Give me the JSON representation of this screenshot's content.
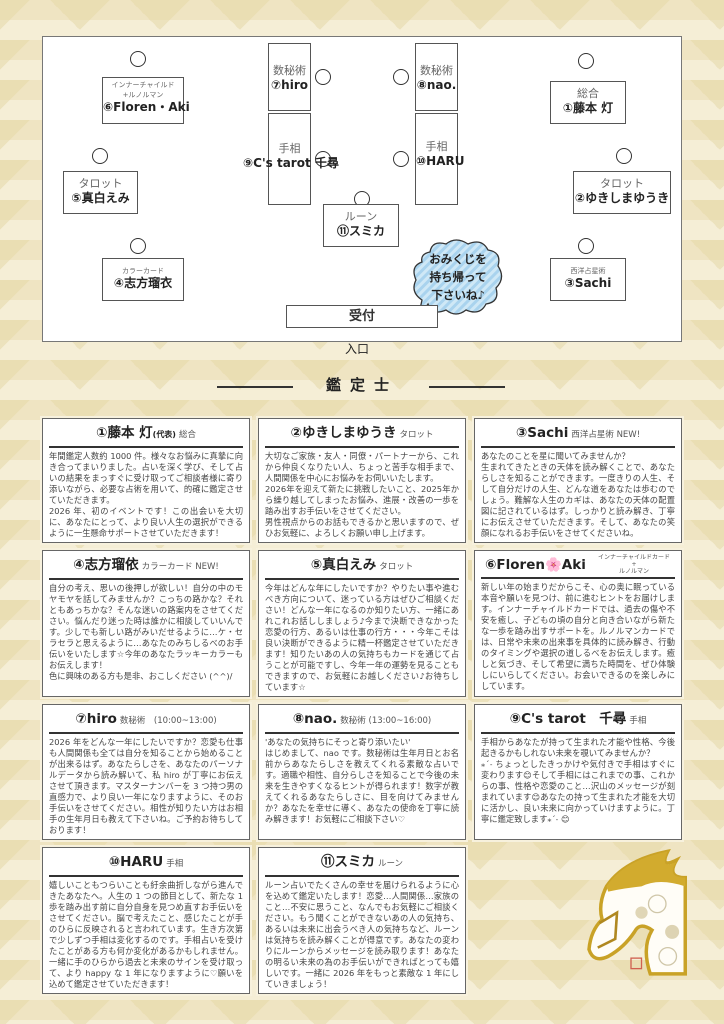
{
  "floor_map": {
    "tables": [
      {
        "id": "t6",
        "category": "インナーチャイルド\n+ルノルマン",
        "name": "⑥Floren・Aki"
      },
      {
        "id": "t7",
        "category": "数秘術",
        "name": "⑦hiro"
      },
      {
        "id": "t8",
        "category": "数秘術",
        "name": "⑧nao."
      },
      {
        "id": "t1",
        "category": "総合",
        "name": "①藤本 灯"
      },
      {
        "id": "t9",
        "category": "手相",
        "name": "⑨C's tarot 千尋"
      },
      {
        "id": "t10",
        "category": "手相",
        "name": "⑩HARU"
      },
      {
        "id": "t5",
        "category": "タロット",
        "name": "⑤真白えみ"
      },
      {
        "id": "t2",
        "category": "タロット",
        "name": "②ゆきしまゆうき"
      },
      {
        "id": "t11",
        "category": "ルーン",
        "name": "⑪スミカ"
      },
      {
        "id": "t4",
        "category": "カラーカード",
        "name": "④志方瑠衣"
      },
      {
        "id": "t3",
        "category": "西洋占星術",
        "name": "③Sachi"
      }
    ],
    "bubble": [
      "おみくじを",
      "持ち帰って",
      "下さいね♪"
    ],
    "reception": "受付",
    "entrance": "入口",
    "bubble_color": "#bfe0f2"
  },
  "section_title": "鑑定士",
  "cards": [
    {
      "title": "①藤本 灯",
      "small": "(代表)",
      "category": "総合",
      "body": "年間鑑定人数約 1000 件。様々なお悩みに真摯に向き合ってまいりました。占いを深く学び、そして占いの結果をまっすぐに受け取ってご相談者様に寄り添いながら、必要な占術を用いて、的確に鑑定させていただきます。\n2026 年、初のイベントです！この出会いを大切に、あなたにとって、より良い人生の選択ができるように一生懸命サポートさせていただきます！"
    },
    {
      "title": "②ゆきしまゆうき",
      "small": "",
      "category": "タロット",
      "body": "大切なご家族・友人・同僚・パートナーから、これから仲良くなりたい人、ちょっと苦手な相手まで、人間関係を中心にお悩みをお伺いいたします。\n2026年を迎えて新たに挑戦したいこと、2025年から繰り越してしまったお悩み、進展・改善の一歩を踏み出すお手伝いをさせてください。\n男性視点からのお話もできるかと思いますので、ぜひお気軽に、よろしくお願い申し上げます。"
    },
    {
      "title": "③Sachi",
      "small": "",
      "category": "西洋占星術 NEW!",
      "body": "あなたのことを星に聞いてみませんか？\n生まれてきたときの天体を読み解くことで、あなたらしさを知ることができます。一度きりの人生、そして自分だけの人生、どんな道をあなたは歩むのでしょう。難解な人生のカギは、あなたの天体の配置図に記されているはず。しっかりと読み解き、丁寧にお伝えさせていただきます。そして、あなたの笑顔になれるお手伝いをさせてくださいね。"
    },
    {
      "title": "④志方瑠依",
      "small": "",
      "category": "カラーカード NEW!",
      "body": "自分の考え、思いの後押しが欲しい！自分の中のモヤモヤを話してみませんか？こっちの路かな？それともあっちかな？そんな迷いの路案内をさせてください。悩んだり迷った時は誰かに相談していいんです。少しでも新しい路がみいだせるように…ケ・セラセラと思えるように…あなたのみちしるべのお手伝いをいたします☆今年のあなたラッキーカラーもお伝えします！\n色に興味のある方も是非、おこしください (^^)/"
    },
    {
      "title": "⑤真白えみ",
      "small": "",
      "category": "タロット",
      "body": "今年はどんな年にしたいですか？やりたい事や進むべき方向について、迷っている方はぜひご相談ください！どんな一年になるのか知りたい方、一緒にあれこれお話ししましょう♪今まで決断できなかった恋愛の行方、あるいは仕事の行方・・・今年こそは良い決断ができるように精一杯鑑定させていただきます！知りたいあの人の気持ちもカードを通じて占うことが可能ですし、今年一年の運勢を見ることもできますので、お気軽にお越しください♪お待ちしています☆"
    },
    {
      "title": "⑥Floren🌸Aki",
      "small": "",
      "category": "インナーチャイルドカード\n+\nルノルマン",
      "body": "新しい年の始まりだからこそ、心の奥に眠っている本音や願いを見つけ、前に進むヒントをお届けします。インナーチャイルドカードでは、過去の傷や不安を癒し、子どもの頃の自分と向き合いながら新たな一歩を踏み出すサポートを。ルノルマンカードでは、日常や未来の出来事を具体的に読み解き、行動のタイミングや選択の道しるべをお伝えします。癒しと気づき、そして希望に満ちた時間を、ぜひ体験しにいらしてください。お会いできるのを楽しみにしています。"
    },
    {
      "title": "⑦hiro",
      "small": "",
      "category": "数秘術　(10:00~13:00)",
      "body": "2026 年をどんな一年にしたいですか？恋愛も仕事も人間関係も全ては自分を知ることから始めることが出来るはず。あなたらしさを、あなたのパーソナルデータから読み解いて、私 hiro が丁寧にお伝えさせて頂きます。マスターナンバーを 3 つ持つ男の直感力で、より良い一年になりますように、そのお手伝いをさせてください。相性が知りたい方はお相手の生年月日も教えて下さいね。ご予約お待ちしております！"
    },
    {
      "title": "⑧nao.",
      "small": "",
      "category": "数秘術 (13:00~16:00)",
      "body": "'あなたの気持ちにそっと寄り添いたい'\nはじめまして、nao です。数秘術は生年月日とお名前からあなたらしさを教えてくれる素敵な占いです。適職や相性、自分らしさを知ることで今後の未来を生きやすくなるヒントが得られます！数字が教えてくれるあなたらしさに、目を向けてみませんか？あなたを幸せに導く、あなたの使命を丁寧に読み解きます！お気軽にご相談下さい♡"
    },
    {
      "title": "⑨C's tarot　千尋",
      "small": "",
      "category": "手相",
      "body": "手相からあなたが持って生まれた才能や性格、今後起きるかもしれない未来を覗いてみませんか？\n⁎ˊ˗ ちょっとしたきっかけや気付きで手相はすぐに変わります😊そして手相にはこれまでの事、これからの事、性格や恋愛のこと…沢山のメッセージが刻まれています😊あなたの持って生まれた才能を大切に活かし、良い未来に向かっていけますように。丁寧に鑑定致します⁎ˊ˗ 😊"
    },
    {
      "title": "⑩HARU",
      "small": "",
      "category": "手相",
      "body": "嬉しいこともつらいことも紆余曲折しながら進んできたあなたへ。人生の 1 つの節目として、新たな 1 歩を踏み出す前に自分自身を見つめ直すお手伝いをさせてください。脳で考えたこと、感じたことが手のひらに反映されると言われています。生き方次第で少しずつ手相は変化するのです。手相占いを受けたことがある方も何か変化があるかもしれません。一緒に手のひらから過去と未来のサインを受け取って、より happy な 1 年になりますように♡願いを込めて鑑定させていただきます！"
    },
    {
      "title": "⑪スミカ",
      "small": "",
      "category": "ルーン",
      "body": "ルーン占いでたくさんの幸せを届けられるように心を込めて鑑定いたします！恋愛…人間関係…家族のこと…不安に思うこと、なんでもお気軽にご相談ください。もう聞くことができないあの人の気持ち、あるいは未来に出会うべき人の気持ちなど、ルーンは気持ちを読み解くことが得意です。あなたの変わりにルーンからメッセージを読み取ります！あなたの明るい未来の為のお手伝いができればとっても嬉しいです。一緒に 2026 年をもっと素敵な 1 年にしていきましょう！"
    }
  ],
  "colors": {
    "background": "#f3ead0",
    "pattern": "#e6d8a8",
    "horse_gold": "#c9a227"
  }
}
